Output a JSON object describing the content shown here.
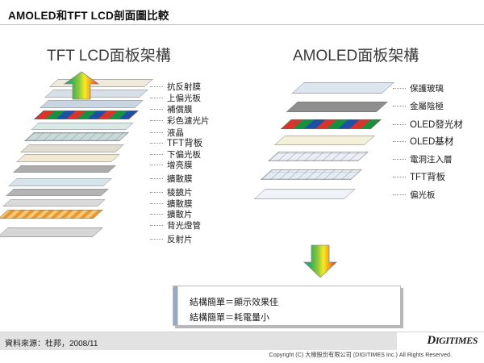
{
  "title": "AMOLED和TFT LCD剖面圖比較",
  "sections": {
    "lcd_heading": "TFT LCD面板架構",
    "amoled_heading": "AMOLED面板架構"
  },
  "lcd_layers": [
    {
      "label": "抗反射膜",
      "color": "#e8e2d2"
    },
    {
      "label": "上偏光板",
      "color": "#cfd7df"
    },
    {
      "label": "補償膜",
      "color": "#b9c9dc"
    },
    {
      "label": "彩色濾光片",
      "color": "#d24a3e"
    },
    {
      "label": "液晶",
      "color": "#cfe3e0"
    },
    {
      "label": "TFT背板",
      "color": "#bcd2cd"
    },
    {
      "label": "下偏光板",
      "color": "#d9d4c6"
    },
    {
      "label": "增亮膜",
      "color": "#efe6cf"
    },
    {
      "label": "擴散膜",
      "color": "#9a9a9a"
    },
    {
      "label": "稜鏡片",
      "color": "#c9dce8"
    },
    {
      "label": "擴散膜",
      "color": "#a5a5a5"
    },
    {
      "label": "擴散片",
      "color": "#cfcfcf"
    },
    {
      "label": "背光燈管",
      "color": "#e8a33d"
    },
    {
      "label": "反射片",
      "color": "#cfcfcf"
    }
  ],
  "amoled_layers": [
    {
      "label": "保護玻璃",
      "color": "#dbe4ee"
    },
    {
      "label": "金屬陰極",
      "color": "#8c8c8c"
    },
    {
      "label": "OLED發光材",
      "color": "#d8342a"
    },
    {
      "label": "OLED基材",
      "color": "#f2efd8"
    },
    {
      "label": "電洞注入層",
      "color": "#e6eaf0"
    },
    {
      "label": "TFT背板",
      "color": "#dfe6ee"
    },
    {
      "label": "偏光板",
      "color": "#eef1f5"
    }
  ],
  "callout": {
    "line1": "結構簡單＝顯示效果佳",
    "line2": "結構簡單＝耗電量小"
  },
  "footer": {
    "source": "資料來源：杜邦，2008/11",
    "copyright": "Copyright (C) 大椽股份有限公司 (DIGITIMES Inc.) All Rights Reserved.",
    "logo_d": "D",
    "logo_rest": "IGITIMES"
  },
  "colors": {
    "accent_bar": "#96a8c4",
    "footer_band": "#e2e2e2",
    "rainbow": [
      "#1b9ad6",
      "#3bb44a",
      "#8cc63f",
      "#f7ec1e",
      "#f7941e",
      "#ed1c24"
    ]
  }
}
